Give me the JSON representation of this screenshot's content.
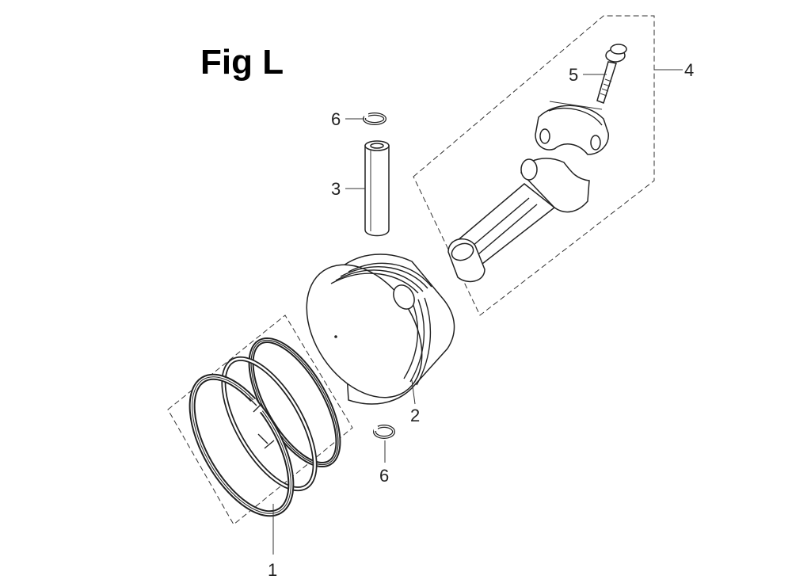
{
  "figure": {
    "title": "Fig L"
  },
  "callouts": [
    {
      "id": "piston-rings",
      "label": "1"
    },
    {
      "id": "piston",
      "label": "2"
    },
    {
      "id": "piston-pin",
      "label": "3"
    },
    {
      "id": "connecting-rod-assembly",
      "label": "4"
    },
    {
      "id": "rod-bolt",
      "label": "5"
    },
    {
      "id": "pin-clip-top",
      "label": "6"
    },
    {
      "id": "pin-clip-bottom",
      "label": "6"
    }
  ]
}
